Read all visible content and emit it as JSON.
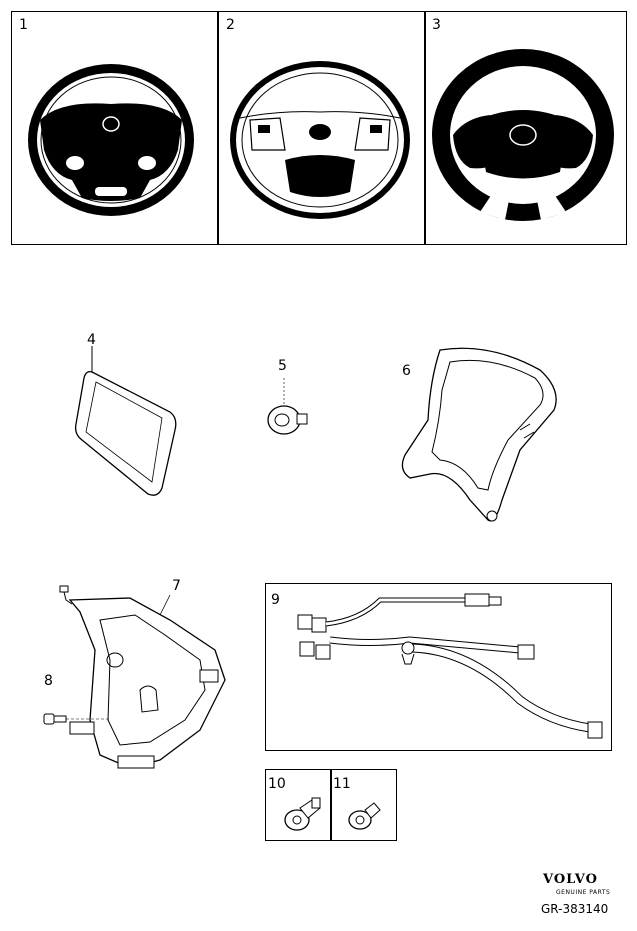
{
  "callouts": {
    "c1": "1",
    "c2": "2",
    "c3": "3",
    "c4": "4",
    "c5": "5",
    "c6": "6",
    "c7": "7",
    "c8": "8",
    "c9": "9",
    "c10": "10",
    "c11": "11"
  },
  "logo": {
    "brand": "VOLVO",
    "tagline": "GENUINE PARTS"
  },
  "drawing_number": "GR-383140"
}
